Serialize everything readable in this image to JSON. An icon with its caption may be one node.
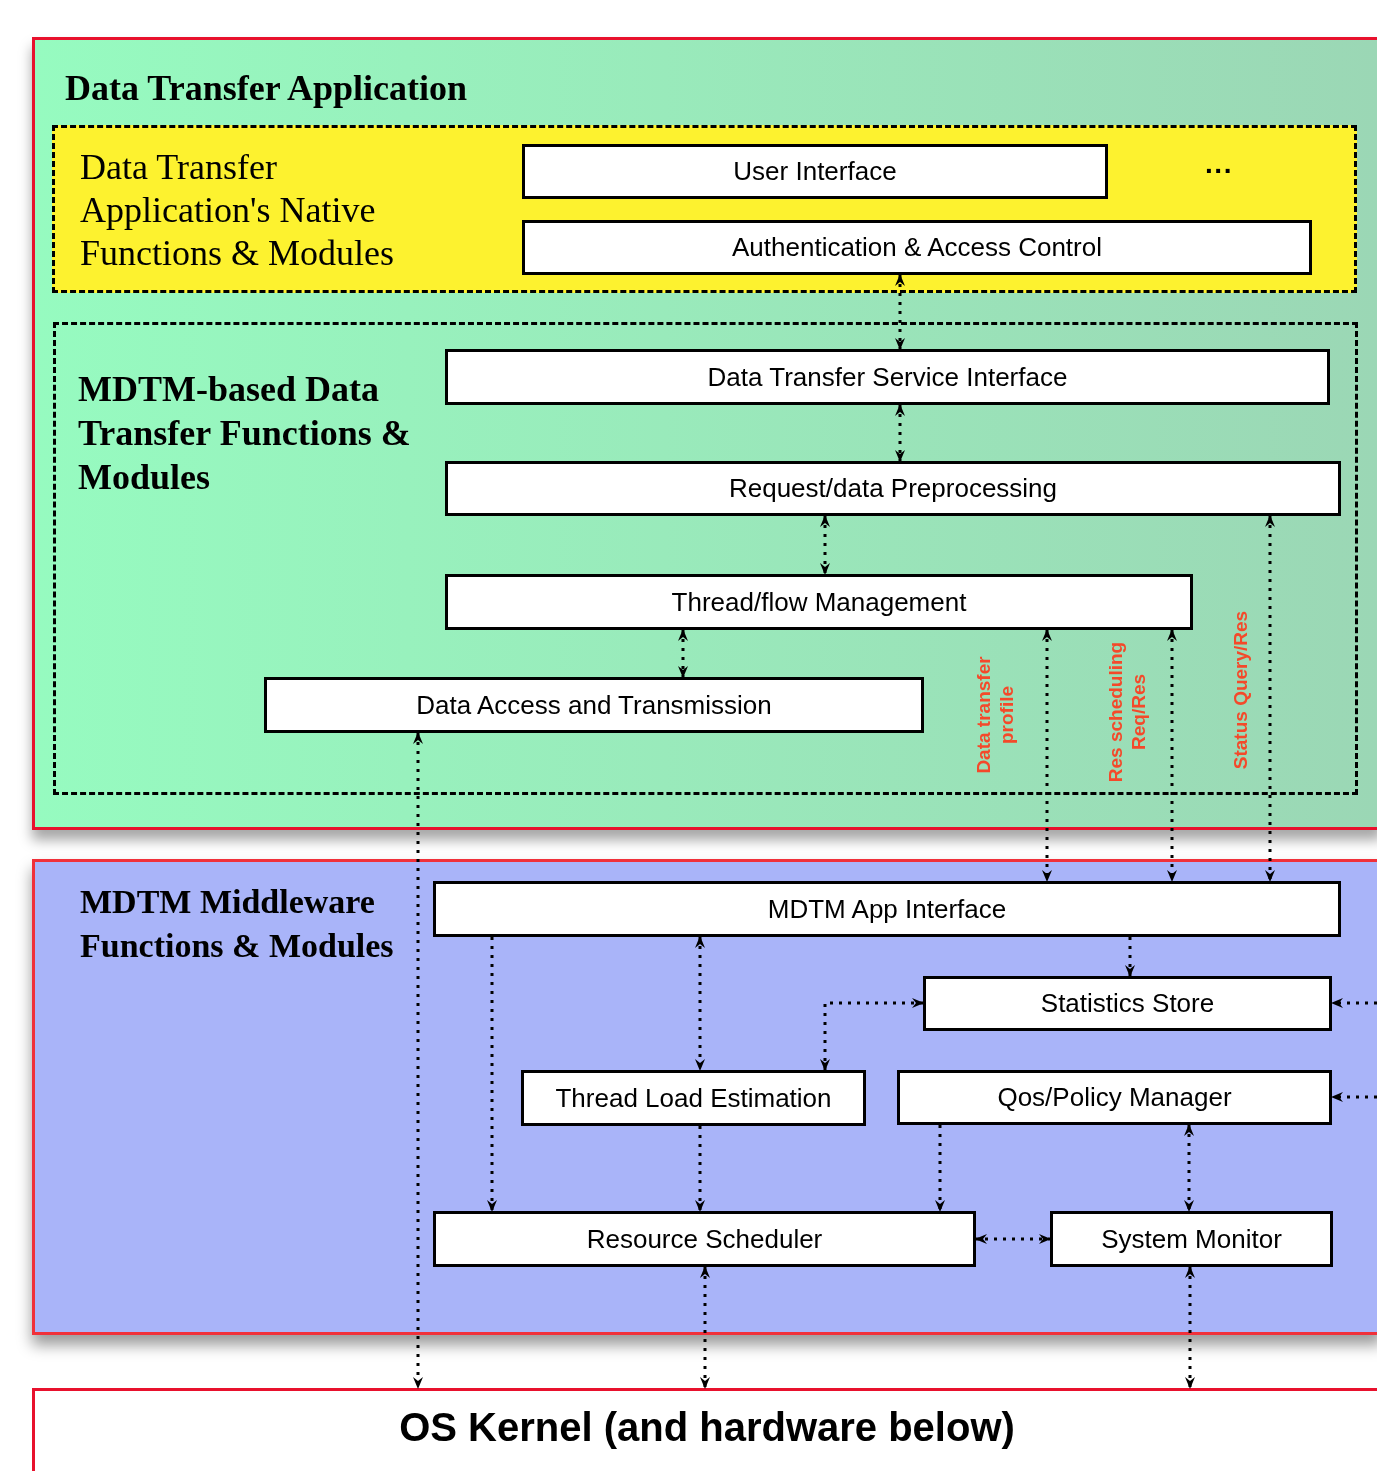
{
  "diagram": {
    "nodes": [
      {
        "text": [
          "Data Transfer Application"
        ]
      },
      {
        "text": [
          "Data Transfer Application's Native Functions & Modules"
        ],
        "in": 0
      },
      {
        "text": [
          "User Interface"
        ],
        "in": 1
      },
      {
        "text": [
          "Authentication & Access Control"
        ],
        "in": 1
      },
      {
        "text": [
          "MDTM-based Data Transfer Functions & Modules"
        ],
        "in": 0
      },
      {
        "text": [
          "Data Transfer Service Interface"
        ],
        "in": 4
      },
      {
        "text": [
          "Request/data Preprocessing"
        ],
        "in": 4
      },
      {
        "text": [
          "Thread/flow Management"
        ],
        "in": 4
      },
      {
        "text": [
          "Data Access and Transmission"
        ],
        "in": 4
      },
      {
        "text": [
          "MDTM Middleware Functions & Modules"
        ]
      },
      {
        "text": [
          "MDTM App Interface"
        ],
        "in": 9
      },
      {
        "text": [
          "Statistics Store"
        ],
        "in": 9
      },
      {
        "text": [
          "Thread Load Estimation"
        ],
        "in": 9
      },
      {
        "text": [
          "Qos/Policy Manager"
        ],
        "in": 9
      },
      {
        "text": [
          "Resource Scheduler"
        ],
        "in": 9
      },
      {
        "text": [
          "System Monitor"
        ],
        "in": 9
      },
      {
        "text": [
          "OS Kernel (and hardware below)"
        ]
      }
    ],
    "edges": [
      {
        "from": 3,
        "to": 5,
        "arrow": "both"
      },
      {
        "from": 5,
        "to": 6,
        "arrow": "both"
      },
      {
        "from": 6,
        "to": 7,
        "arrow": "both"
      },
      {
        "from": 7,
        "to": 8,
        "arrow": "both"
      },
      {
        "from": 8,
        "to": 16,
        "arrow": "both"
      },
      {
        "from": 7,
        "to": 10,
        "arrow": "both",
        "label": "Data transfer profile"
      },
      {
        "from": 7,
        "to": 10,
        "arrow": "both",
        "label": "Res scheduling Req/Res"
      },
      {
        "from": 6,
        "to": 10,
        "arrow": "both",
        "label": "Status Query/Res"
      },
      {
        "from": 10,
        "to": 14,
        "arrow": "to"
      },
      {
        "from": 10,
        "to": 12,
        "arrow": "both"
      },
      {
        "from": 10,
        "to": 11,
        "arrow": "to"
      },
      {
        "from": 12,
        "to": 11,
        "arrow": "both"
      },
      {
        "from": null,
        "to": 11,
        "arrow": "to"
      },
      {
        "from": null,
        "to": 13,
        "arrow": "to"
      },
      {
        "from": 12,
        "to": 14,
        "arrow": "to"
      },
      {
        "from": 13,
        "to": 14,
        "arrow": "to"
      },
      {
        "from": 13,
        "to": 15,
        "arrow": "both"
      },
      {
        "from": 14,
        "to": 15,
        "arrow": "both"
      },
      {
        "from": 14,
        "to": 16,
        "arrow": "both"
      },
      {
        "from": 15,
        "to": 16,
        "arrow": "both"
      }
    ],
    "labels": [
      "···"
    ]
  }
}
